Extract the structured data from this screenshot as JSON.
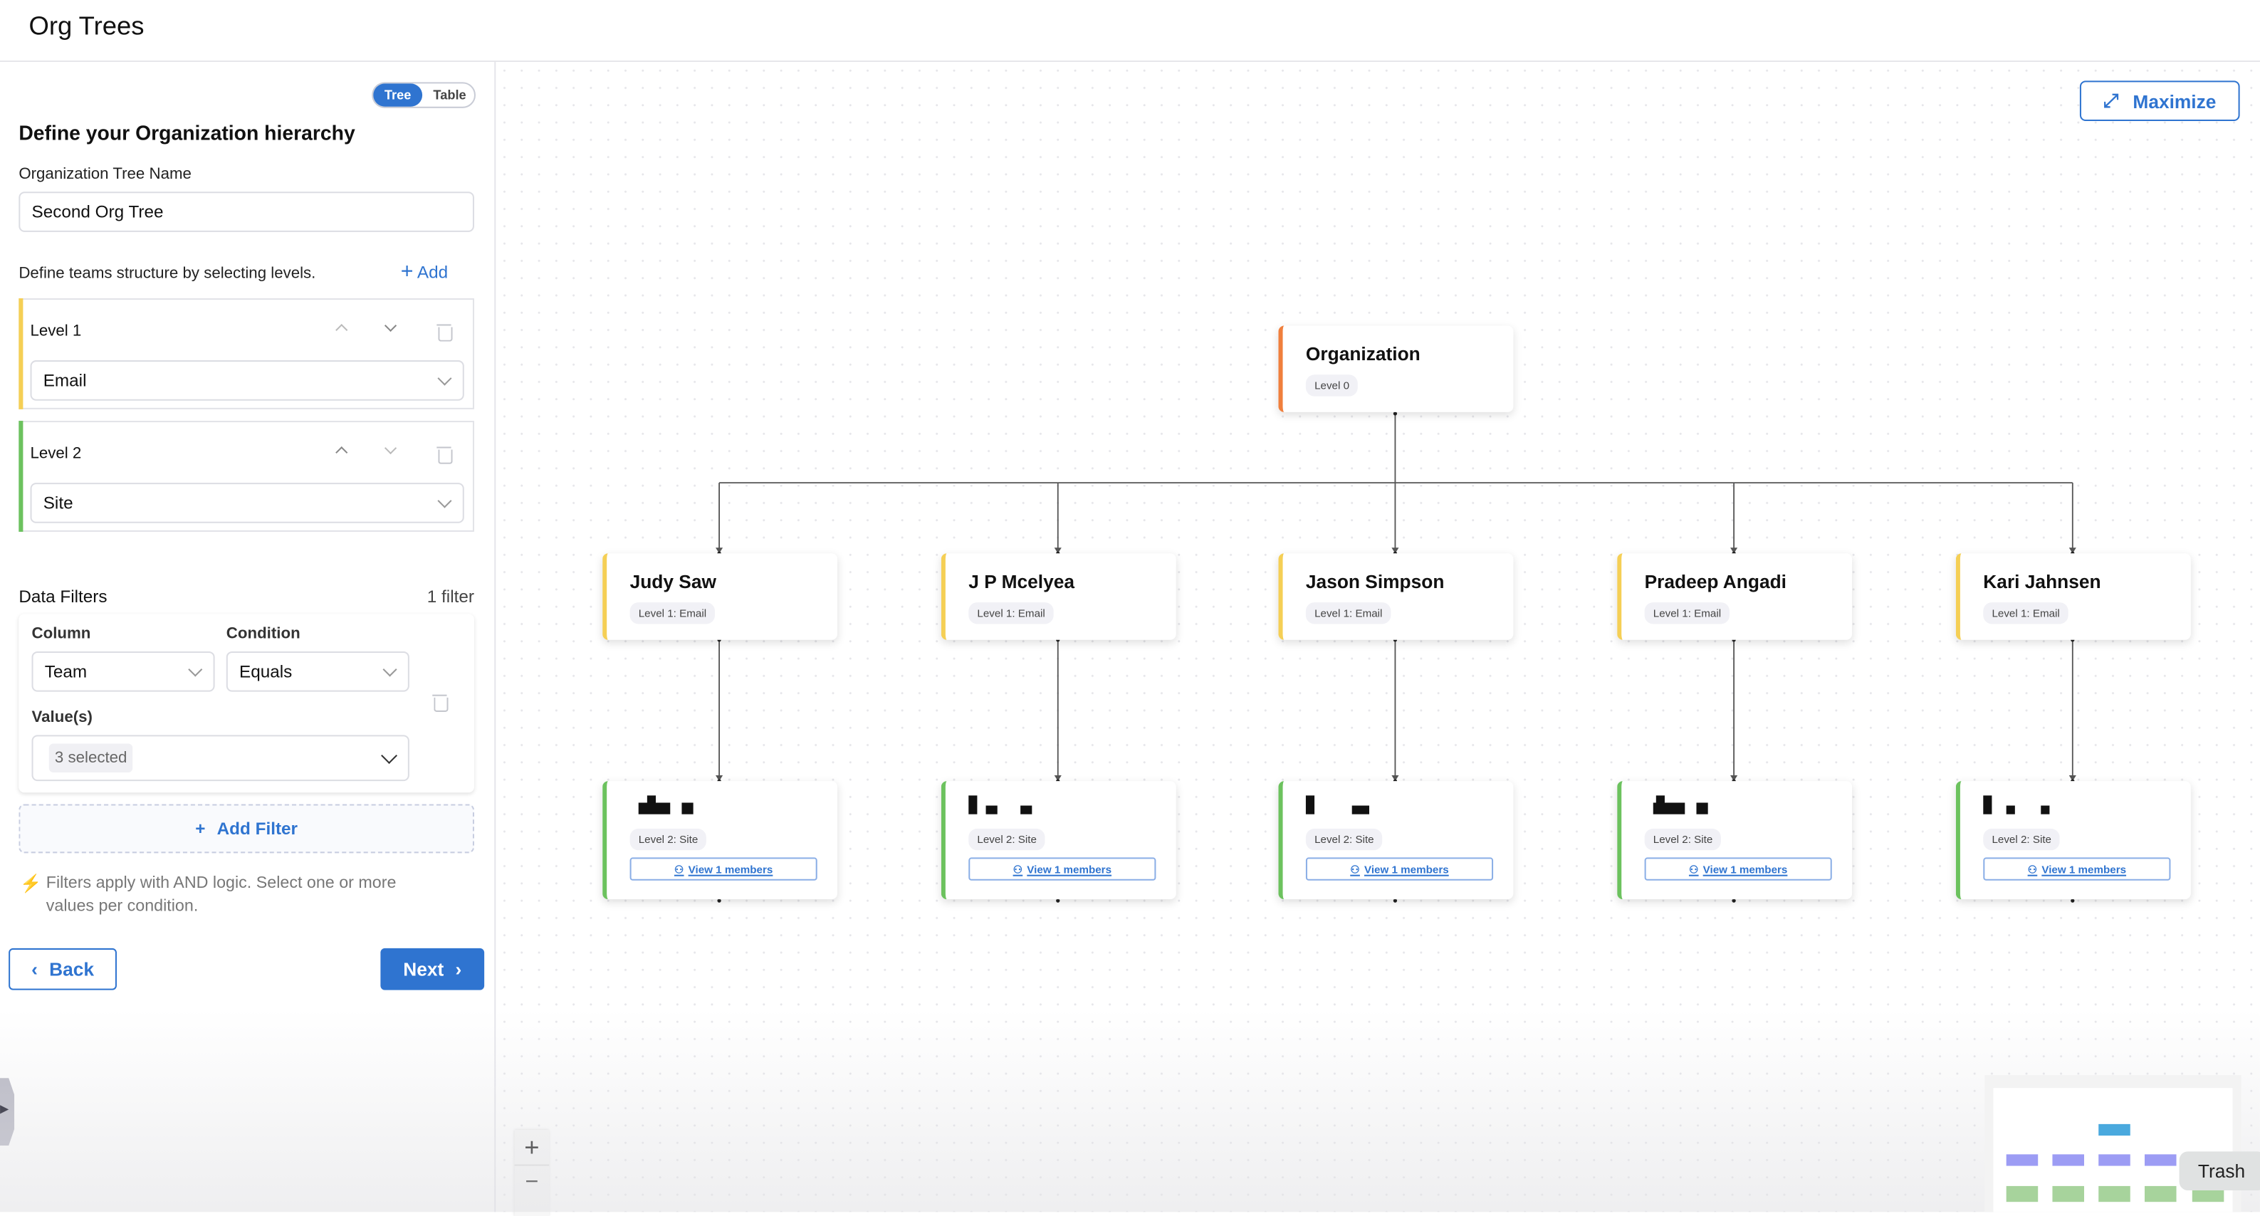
{
  "header": {
    "title": "Org Trees"
  },
  "panel": {
    "view_toggle": {
      "options": [
        "Tree",
        "Table"
      ],
      "selected": "Tree"
    },
    "heading": "Define your Organization hierarchy",
    "tree_name_label": "Organization Tree Name",
    "tree_name_value": "Second Org Tree",
    "levels_hint": "Define teams structure by selecting levels.",
    "add_label": "Add",
    "levels": [
      {
        "name": "Level 1",
        "value": "Email",
        "color": "#f5cf55"
      },
      {
        "name": "Level 2",
        "value": "Site",
        "color": "#6cc25e"
      }
    ],
    "filters": {
      "title": "Data Filters",
      "count": "1 filter",
      "column_label": "Column",
      "column_value": "Team",
      "condition_label": "Condition",
      "condition_value": "Equals",
      "values_label": "Value(s)",
      "values_value": "3 selected",
      "add_filter": "Add Filter",
      "note": "Filters apply with AND logic. Select one or more values per condition."
    },
    "back": "Back",
    "next": "Next"
  },
  "canvas": {
    "maximize": "Maximize",
    "root": {
      "title": "Organization",
      "level": "Level 0",
      "color": "#f07f3c"
    },
    "level1": [
      {
        "title": "Judy Saw",
        "level": "Level 1: Email"
      },
      {
        "title": "J P Mcelyea",
        "level": "Level 1: Email"
      },
      {
        "title": "Jason Simpson",
        "level": "Level 1: Email"
      },
      {
        "title": "Pradeep Angadi",
        "level": "Level 1: Email"
      },
      {
        "title": "Kari Jahnsen",
        "level": "Level 1: Email"
      }
    ],
    "level2": [
      {
        "level": "Level 2: Site",
        "members": "View 1 members"
      },
      {
        "level": "Level 2: Site",
        "members": "View 1 members"
      },
      {
        "level": "Level 2: Site",
        "members": "View 1 members"
      },
      {
        "level": "Level 2: Site",
        "members": "View 1 members"
      },
      {
        "level": "Level 2: Site",
        "members": "View 1 members"
      }
    ],
    "zoom_in": "+",
    "zoom_out": "−",
    "tooltip": "Trash",
    "colors": {
      "accent": "#2f74d0",
      "level1": "#f5cf55",
      "level2": "#6cc25e",
      "minimap_root": "#4aa9de",
      "minimap_l1": "#9c9cf4",
      "minimap_l2": "#a7d39c"
    }
  }
}
